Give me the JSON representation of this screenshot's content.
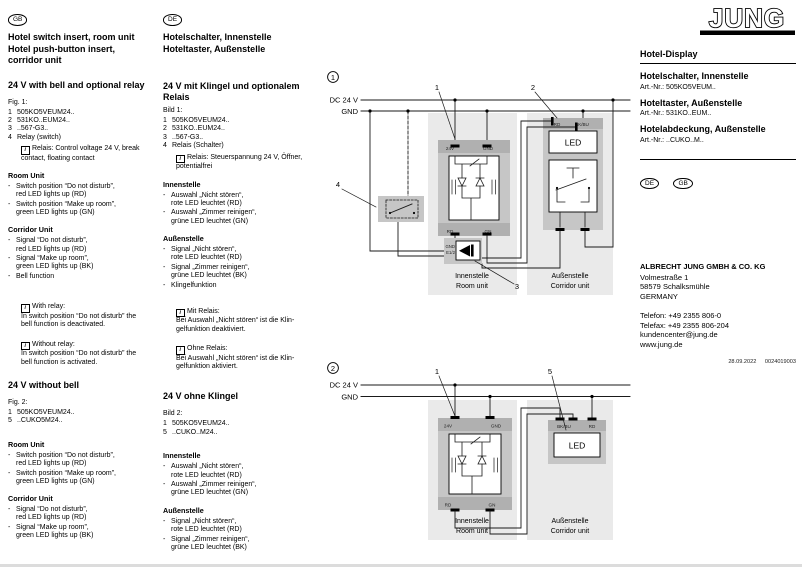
{
  "icons": {
    "info": "i"
  },
  "gb": {
    "badge": "GB",
    "title": "Hotel switch insert, room unit\nHotel push-button insert,\ncorridor unit",
    "s1": {
      "heading": "24 V with bell and optional relay",
      "fig": "Fig. 1:",
      "items": [
        {
          "n": "1",
          "t": "505KO5VEUM24.."
        },
        {
          "n": "2",
          "t": "531KO..EUM24.."
        },
        {
          "n": "3",
          "t": "..567-G3.."
        },
        {
          "n": "4",
          "t": "Relay (switch)"
        }
      ],
      "relay_note": "Relais: Control voltage 24 V, break\ncontact, floating contact",
      "room_heading": "Room Unit",
      "room_items": [
        "Switch position “Do not disturb”,\nred LED lights up (RD)",
        "Switch position “Make up room”,\ngreen LED lights up (GN)"
      ],
      "corridor_heading": "Corridor Unit",
      "corridor_items": [
        "Signal “Do not disturb”,\nred LED lights up (RD)",
        "Signal “Make up room”,\ngreen LED lights up (BK)",
        "Bell function"
      ],
      "note_with_title": "With relay:",
      "note_with_body": "In switch position “Do not disturb” the\nbell function is deactivated.",
      "note_without_title": "Without relay:",
      "note_without_body": "In switch position “Do not disturb” the\nbell function is activated."
    },
    "s2": {
      "heading": "24 V without bell",
      "fig": "Fig. 2:",
      "items": [
        {
          "n": "1",
          "t": "505KO5VEUM24.."
        },
        {
          "n": "5",
          "t": "..CUKO5M24.."
        }
      ],
      "room_heading": "Room Unit",
      "room_items": [
        "Switch position “Do not disturb”,\nred LED lights up (RD)",
        "Switch position “Make up room”,\ngreen LED lights up (GN)"
      ],
      "corridor_heading": "Corridor Unit",
      "corridor_items": [
        "Signal “Do not disturb”,\nred LED lights up (RD)",
        "Signal “Make up room”,\ngreen LED lights up (BK)"
      ]
    }
  },
  "de": {
    "badge": "DE",
    "title": "Hotelschalter, Innenstelle\nHoteltaster, Außenstelle",
    "s1": {
      "heading": "24 V mit Klingel und optionalem Relais",
      "fig": "Bild 1:",
      "items": [
        {
          "n": "1",
          "t": "505KO5VEUM24.."
        },
        {
          "n": "2",
          "t": "531KO..EUM24.."
        },
        {
          "n": "3",
          "t": "..567-G3.."
        },
        {
          "n": "4",
          "t": "Relais (Schalter)"
        }
      ],
      "relay_note": "Relais: Steuerspannung 24 V, Öffner,\npotentialfrei",
      "room_heading": "Innenstelle",
      "room_items": [
        "Auswahl „Nicht stören“,\nrote LED leuchtet (RD)",
        "Auswahl „Zimmer reinigen“,\ngrüne LED leuchtet (GN)"
      ],
      "corridor_heading": "Außenstelle",
      "corridor_items": [
        "Signal „Nicht stören“,\nrote LED leuchtet (RD)",
        "Signal „Zimmer reinigen“,\ngrüne LED leuchtet (BK)",
        "Klingelfunktion"
      ],
      "note_with_title": "Mit Relais:",
      "note_with_body": "Bei Auswahl „Nicht stören“ ist die Klin-\ngelfunktion deaktiviert.",
      "note_without_title": "Ohne Relais:",
      "note_without_body": "Bei Auswahl „Nicht stören“ ist die Klin-\ngelfunktion aktiviert."
    },
    "s2": {
      "heading": "24 V ohne Klingel",
      "fig": "Bild 2:",
      "items": [
        {
          "n": "1",
          "t": "505KO5VEUM24.."
        },
        {
          "n": "5",
          "t": "..CUKO..M24.."
        }
      ],
      "room_heading": "Innenstelle",
      "room_items": [
        "Auswahl „Nicht stören“,\nrote LED leuchtet (RD)",
        "Auswahl „Zimmer reinigen“,\ngrüne LED leuchtet (GN)"
      ],
      "corridor_heading": "Außenstelle",
      "corridor_items": [
        "Signal „Nicht stören“,\nrote LED leuchtet (RD)",
        "Signal „Zimmer reinigen“,\ngrüne LED leuchtet (BK)"
      ]
    }
  },
  "d1": {
    "num": "1",
    "bus_top": "DC 24 V",
    "bus_bottom": "GND",
    "callout_1": "1",
    "callout_2": "2",
    "callout_3": "3",
    "callout_4": "4",
    "room_top_left": "24V",
    "room_top_right": "GND",
    "room_bottom_left": "RD",
    "room_bottom_right": "GN",
    "corr_top_left": "RD",
    "corr_top_right": "BK/BU",
    "led": "LED",
    "bell_gnd": "GND",
    "bell_e": "E1/2",
    "cap_room_de": "Innenstelle",
    "cap_room_en": "Room unit",
    "cap_corr_de": "Außenstelle",
    "cap_corr_en": "Corridor unit"
  },
  "d2": {
    "num": "2",
    "bus_top": "DC 24 V",
    "bus_bottom": "GND",
    "callout_1": "1",
    "callout_5": "5",
    "room_top_left": "24V",
    "room_top_right": "GND",
    "room_bottom_left": "RD",
    "room_bottom_right": "GN",
    "corr_top_left": "BK/BU",
    "corr_top_right": "RD",
    "led": "LED",
    "cap_room_de": "Innenstelle",
    "cap_room_en": "Room unit",
    "cap_corr_de": "Außenstelle",
    "cap_corr_en": "Corridor unit"
  },
  "right": {
    "logo": "JUNG",
    "product_title": "Hotel-Display",
    "products": [
      {
        "name": "Hotelschalter, Innenstelle",
        "art": "Art.-Nr.:  505KO5VEUM.."
      },
      {
        "name": "Hoteltaster, Außenstelle",
        "art": "Art.-Nr.:  531KO..EUM.."
      },
      {
        "name": "Hotelabdeckung, Außenstelle",
        "art": "Art.-Nr.: ..CUKO..M.."
      }
    ],
    "badge_de": "DE",
    "badge_gb": "GB",
    "company": "ALBRECHT JUNG GMBH & CO. KG",
    "address": "Volmestraße 1\n58579 Schalksmühle\nGERMANY",
    "contact": "Telefon: +49 2355 806-0\nTelefax: +49 2355 806-204\nkundencenter@jung.de\nwww.jung.de",
    "footer_date": "28.09.2022",
    "footer_code": "0024019003"
  }
}
